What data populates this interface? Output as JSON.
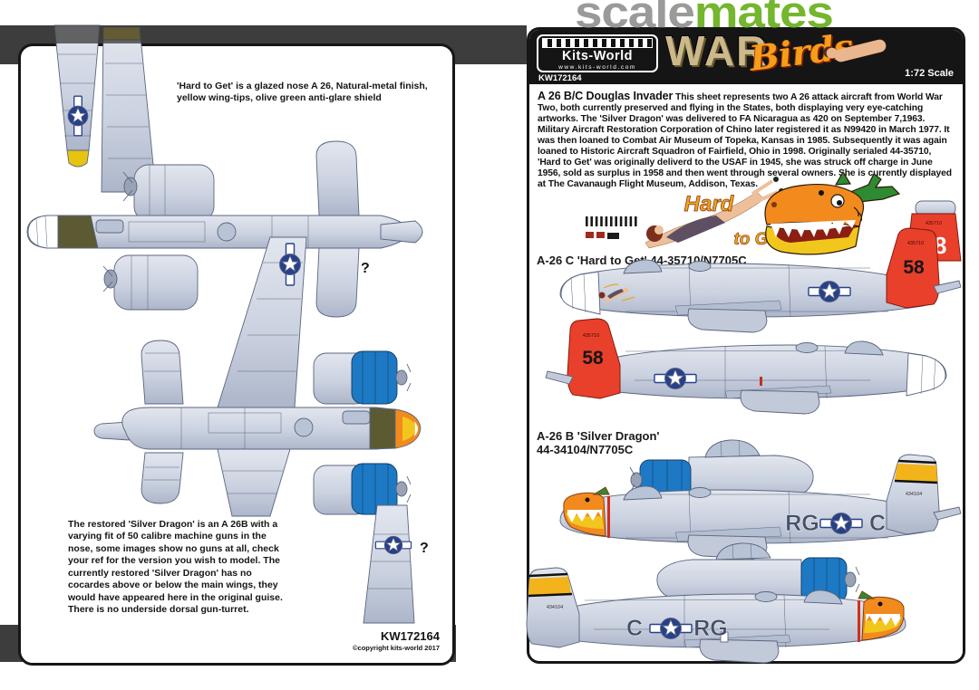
{
  "watermark": {
    "scale": "scale",
    "mates": "mates"
  },
  "left_page": {
    "top_note": "'Hard to Get' is a glazed nose A 26, Natural-metal finish,\nyellow wing-tips, olive green anti-glare shield",
    "bottom_note": "The restored 'Silver Dragon' is an A 26B with a varying fit of 50 calibre machine guns in the nose, some images show no guns at all, check your ref for the version you wish to model. The currently restored 'Silver Dragon' has no cocardes above or below the main wings, they would have appeared here in the original guise. There is no underside dorsal gun-turret.",
    "sheet_number": "KW172164",
    "copyright": "©copyright kits-world 2017",
    "q1": "?",
    "q2": "?"
  },
  "header": {
    "brand": "Kits-World",
    "website": "www.kits-world.com",
    "sheet_number": "KW172164",
    "war": "WAR",
    "birds": "Birds",
    "scale": "1:72 Scale"
  },
  "description": {
    "title": "A 26 B/C Douglas Invader",
    "body": "This sheet represents two A 26 attack aircraft from World War Two, both currently preserved and flying in the States, both displaying very eye-catching artworks. The 'Silver Dragon' was delivered to FA Nicaragua as 420 on September 7,1963. Military Aircraft Restoration Corporation of Chino later registered it as N99420 in March 1977. It was then loaned to Combat Air Museum of Topeka, Kansas in 1985. Subsequently it was again loaned to Historic Aircraft Squadron of Fairfield, Ohio in 1998. Originally serialed 44-35710, 'Hard to Get' was originally deliverd to the USAF in 1945, she was struck off charge in June 1956, sold as surplus in 1958 and then went through several owners. She is currently displayed at The Cavanaugh Flight Museum, Addison, Texas."
  },
  "noseart": {
    "word1": "Hard",
    "word2": "to Get!"
  },
  "hard_to_get": {
    "label": "A-26 C 'Hard to Get' 44-35710/N7705C",
    "tail_code": "58",
    "serial": "435710"
  },
  "silver_dragon": {
    "label": "A-26 B 'Silver Dragon'\n44-34104/N7705C",
    "serial": "434104",
    "code_fwd": "RG",
    "code_aft": "C",
    "code_fwd_l": "C",
    "code_aft_l": "RG"
  },
  "colors": {
    "red": "#e8402b",
    "yellow": "#f3b31b",
    "wingtip_yellow": "#e8c40e",
    "blue_cowl": "#1d79c4",
    "olive": "#5c5a33",
    "dragon_orange": "#f28a1e",
    "dragon_jaw": "#f2c71d",
    "green": "#2e8b31",
    "insignia_blue": "#27408b",
    "scalemates_gray": "#9a9a99",
    "scalemates_green": "#74b62e"
  }
}
